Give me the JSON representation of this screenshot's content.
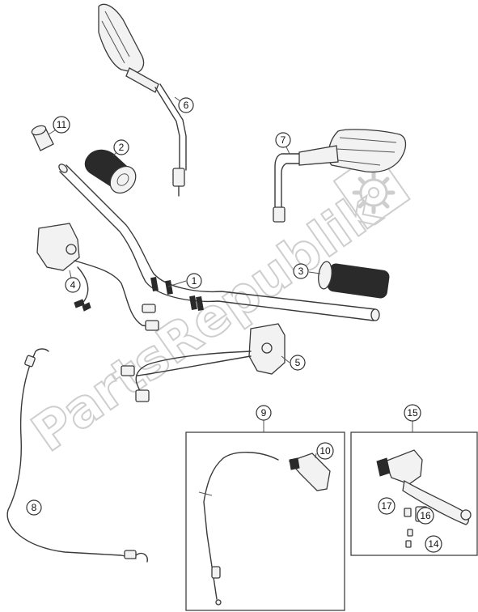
{
  "watermark": {
    "text": "PartsRepublik",
    "logo": "gear-icon"
  },
  "callouts": [
    {
      "id": "1",
      "label": "1"
    },
    {
      "id": "2",
      "label": "2"
    },
    {
      "id": "3",
      "label": "3"
    },
    {
      "id": "4",
      "label": "4"
    },
    {
      "id": "5",
      "label": "5"
    },
    {
      "id": "6",
      "label": "6"
    },
    {
      "id": "7",
      "label": "7"
    },
    {
      "id": "8",
      "label": "8"
    },
    {
      "id": "9",
      "label": "9"
    },
    {
      "id": "10",
      "label": "10"
    },
    {
      "id": "11",
      "label": "11"
    },
    {
      "id": "14",
      "label": "14"
    },
    {
      "id": "15",
      "label": "15"
    },
    {
      "id": "16",
      "label": "16"
    },
    {
      "id": "17",
      "label": "17"
    }
  ],
  "colors": {
    "line": "#3a3a3a",
    "watermark": "#c9c9c9",
    "background": "#ffffff"
  }
}
